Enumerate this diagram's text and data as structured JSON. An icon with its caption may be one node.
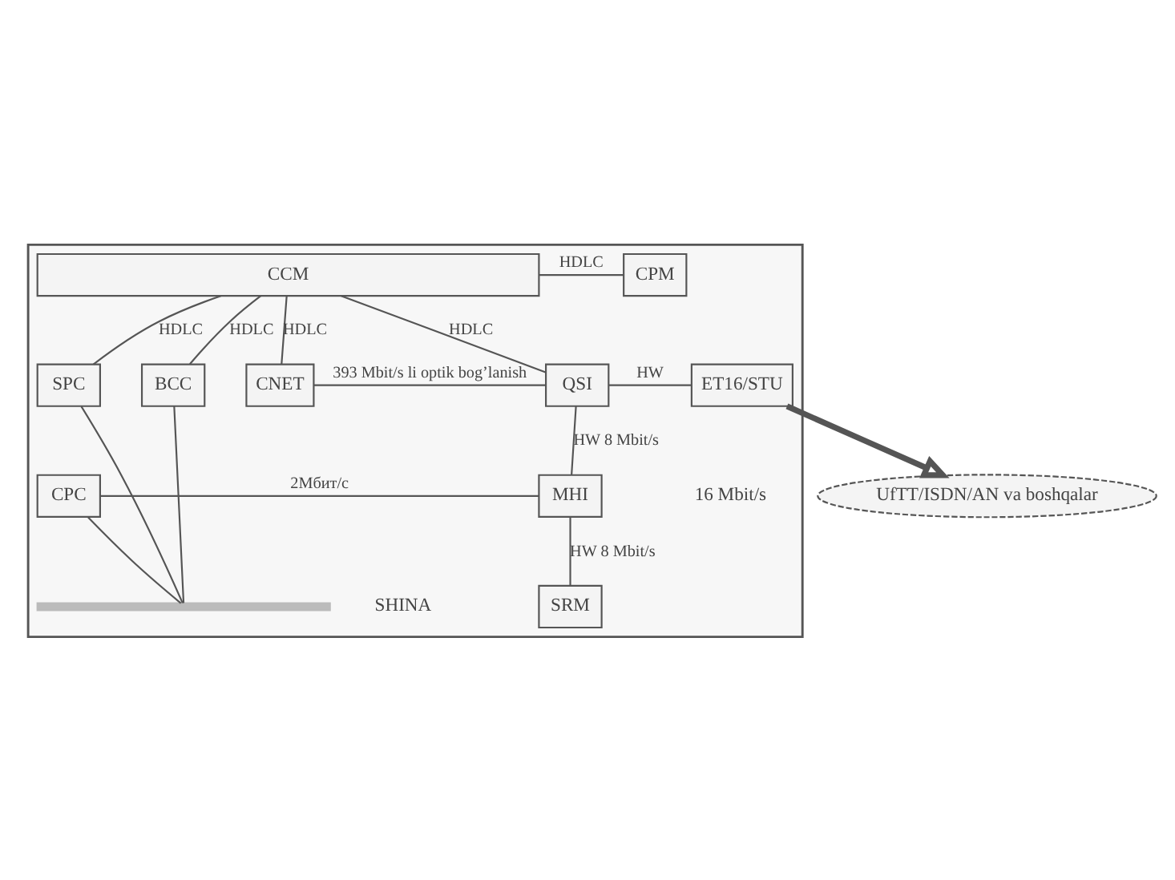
{
  "diagram": {
    "nodes": [
      {
        "text": [],
        "shape": "box"
      },
      {
        "text": [
          "CCM"
        ],
        "in": 0
      },
      {
        "text": [
          "CPM"
        ],
        "in": 0
      },
      {
        "text": [
          "SPC"
        ],
        "in": 0
      },
      {
        "text": [
          "BCC"
        ],
        "in": 0
      },
      {
        "text": [
          "CNET"
        ],
        "in": 0
      },
      {
        "text": [
          "QSI"
        ],
        "in": 0
      },
      {
        "text": [
          "ET16/STU"
        ],
        "in": 0
      },
      {
        "text": [
          "CPC"
        ],
        "in": 0
      },
      {
        "text": [
          "MHI"
        ],
        "in": 0
      },
      {
        "text": [
          "SRM"
        ],
        "in": 0
      },
      {
        "text": [],
        "shape": "bar",
        "beside": [
          "SHINA"
        ],
        "in": 0
      },
      {
        "text": [
          "UfTT/ISDN/AN va boshqalar"
        ]
      }
    ],
    "edges": [
      {
        "from": 1,
        "to": 2,
        "arrow": "none",
        "label": "HDLC"
      },
      {
        "from": 1,
        "to": 3,
        "arrow": "none",
        "label": "HDLC"
      },
      {
        "from": 1,
        "to": 4,
        "arrow": "none",
        "label": "HDLC"
      },
      {
        "from": 1,
        "to": 5,
        "arrow": "none",
        "label": "HDLC"
      },
      {
        "from": 1,
        "to": 6,
        "arrow": "none",
        "label": "HDLC"
      },
      {
        "from": 5,
        "to": 6,
        "arrow": "none",
        "label": "393 Mbit/s li optik bog’lanish"
      },
      {
        "from": 6,
        "to": 7,
        "arrow": "none",
        "label": "HW"
      },
      {
        "from": 6,
        "to": 9,
        "arrow": "none",
        "label": "HW 8 Mbit/s"
      },
      {
        "from": 8,
        "to": 9,
        "arrow": "none",
        "label": "2Мбит/с"
      },
      {
        "from": 9,
        "to": 10,
        "arrow": "none",
        "label": "HW 8 Mbit/s"
      },
      {
        "from": 3,
        "to": 11,
        "arrow": "none"
      },
      {
        "from": 4,
        "to": 11,
        "arrow": "none"
      },
      {
        "from": 8,
        "to": 11,
        "arrow": "none"
      },
      {
        "from": 7,
        "to": 12,
        "arrow": "to",
        "style": "thick"
      }
    ],
    "labels": [
      "16 Mbit/s"
    ]
  }
}
